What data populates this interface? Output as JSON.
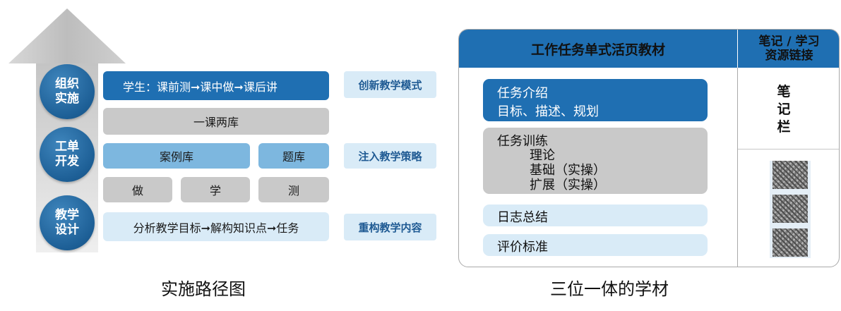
{
  "left": {
    "caption": "实施路径图",
    "stages": [
      {
        "line1": "组织",
        "line2": "实施"
      },
      {
        "line1": "工单",
        "line2": "开发"
      },
      {
        "line1": "教学",
        "line2": "设计"
      }
    ],
    "boxes": {
      "student_flow": "学生：课前测➞课中做➞课后讲",
      "two_libraries": "一课两库",
      "case_library": "案例库",
      "question_bank": "题库",
      "do": "做",
      "learn": "学",
      "test": "测",
      "analysis_flow": "分析教学目标➞解构知识点➞任务"
    },
    "labels": {
      "innovate": "创新教学模式",
      "inject": "注入教学策略",
      "restructure": "重构教学内容"
    }
  },
  "right": {
    "caption": "三位一体的学材",
    "header_main": "工作任务单式活页教材",
    "header_side_line1": "笔记 / 学习",
    "header_side_line2": "资源链接",
    "cards": {
      "intro_title": "任务介绍",
      "intro_sub": "目标、描述、规划",
      "training_title": "任务训练",
      "training_item1": "理论",
      "training_item2": "基础（实操）",
      "training_item3": "扩展（实操）",
      "summary": "日志总结",
      "evaluation": "评价标准"
    },
    "notes_label": "笔记栏"
  },
  "colors": {
    "primary_blue": "#1f6fb2",
    "mid_blue": "#7db7df",
    "light_blue": "#d9ebf7",
    "gray": "#c9c9c9"
  }
}
